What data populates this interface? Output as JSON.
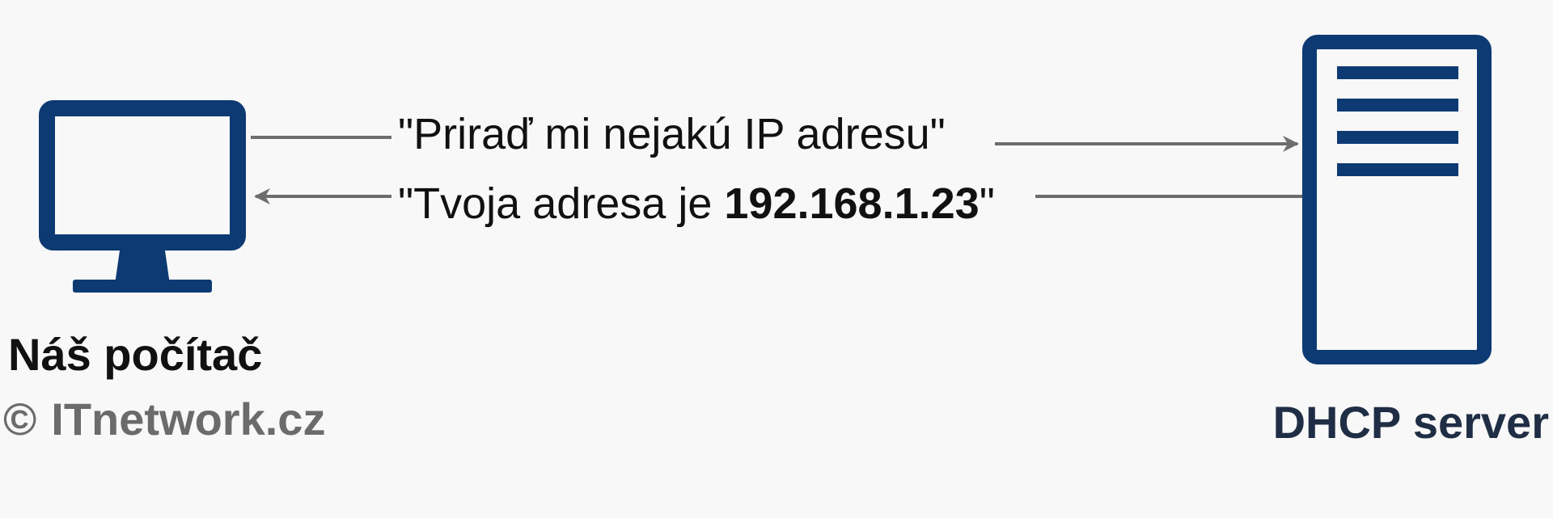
{
  "colors": {
    "background": "#f8f8f8",
    "device": "#0e3a73",
    "arrow": "#6d6d6d",
    "text": "#111111",
    "server_label": "#1f2d45",
    "watermark": "#6b6b6b"
  },
  "nodes": {
    "client": {
      "label": "Náš počítač",
      "icon": "computer-monitor-icon"
    },
    "server": {
      "label": "DHCP server",
      "icon": "server-tower-icon"
    }
  },
  "messages": {
    "request": {
      "text": "\"Priraď mi nejakú IP adresu\"",
      "direction": "client-to-server"
    },
    "response": {
      "prefix": "\"Tvoja adresa je ",
      "ip": "192.168.1.23",
      "suffix": "\"",
      "direction": "server-to-client"
    }
  },
  "watermark": {
    "symbol": "©",
    "text": "ITnetwork.cz"
  }
}
